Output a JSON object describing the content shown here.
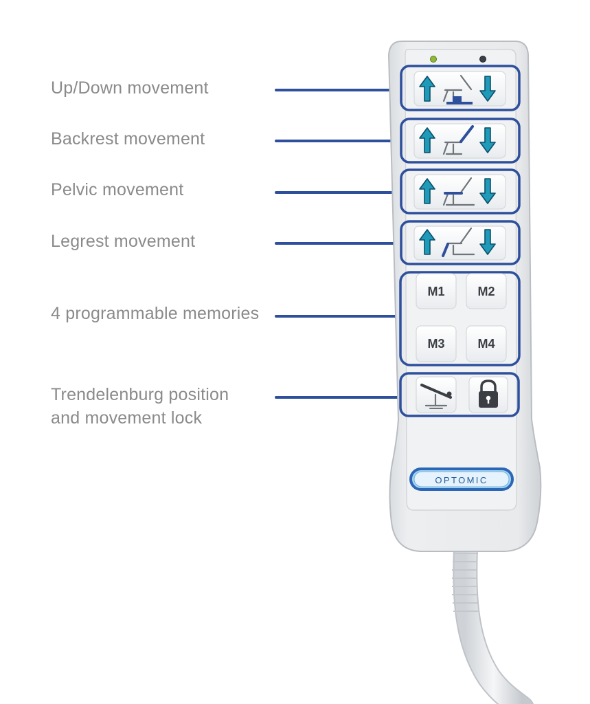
{
  "callouts": [
    {
      "id": "updown",
      "text": "Up/Down movement"
    },
    {
      "id": "backrest",
      "text": "Backrest movement"
    },
    {
      "id": "pelvic",
      "text": "Pelvic movement"
    },
    {
      "id": "legrest",
      "text": "Legrest movement"
    },
    {
      "id": "memories",
      "text": "4 programmable memories"
    },
    {
      "id": "trend",
      "line1": "Trendelenburg position",
      "line2": "and movement lock"
    }
  ],
  "remote": {
    "memory_buttons": [
      "M1",
      "M2",
      "M3",
      "M4"
    ],
    "brand": "OPTOMIC"
  },
  "colors": {
    "callout_text": "#8a8a8a",
    "leader_line": "#2d4f9c",
    "arrow_fill": "#1f9ab8",
    "brand_blue": "#2b67b7"
  },
  "icons": {
    "up": "arrow-up-icon",
    "down": "arrow-down-icon",
    "chair": "chair-icon",
    "trend": "trendelenburg-icon",
    "lock": "padlock-icon"
  }
}
